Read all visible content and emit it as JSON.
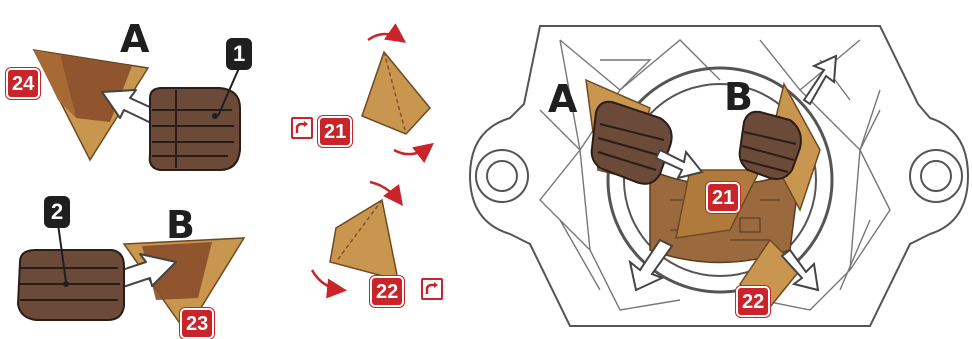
{
  "panels": {
    "step_a": {
      "letter": "A",
      "hand_number": "1",
      "piece_number": "24"
    },
    "step_b": {
      "letter": "B",
      "hand_number": "2",
      "piece_number": "23"
    },
    "rotate_21": {
      "piece_number": "21"
    },
    "rotate_22": {
      "piece_number": "22"
    },
    "assembly": {
      "letter_left": "A",
      "letter_right": "B",
      "piece_top": "21",
      "piece_bottom": "22"
    }
  },
  "colors": {
    "piece_light": "#c8964f",
    "piece_dark": "#8a4e2a",
    "glove": "#6b4a3a",
    "badge_red": "#c8242a",
    "badge_black": "#1f1f1f",
    "outline": "#555555"
  },
  "icons": [
    "rotate-icon",
    "arrow-icon",
    "hand-icon"
  ]
}
